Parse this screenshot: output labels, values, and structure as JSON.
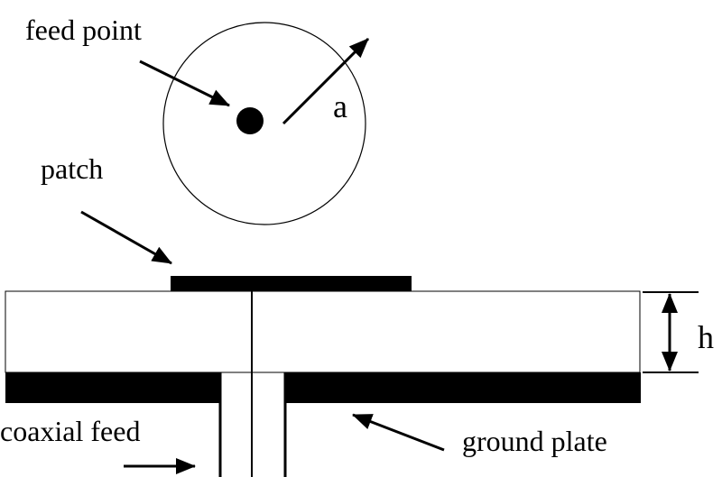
{
  "labels": {
    "feed_point": "feed point",
    "radius": "a",
    "patch": "patch",
    "height": "h",
    "coaxial_feed": "coaxial feed",
    "ground_plate": "ground plate"
  },
  "colors": {
    "ink": "#000000",
    "background": "#ffffff"
  }
}
